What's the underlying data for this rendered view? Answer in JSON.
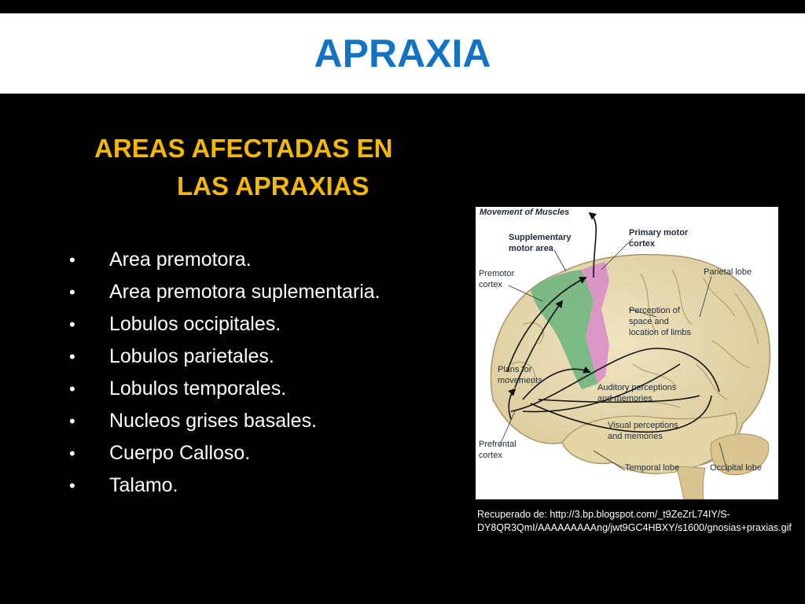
{
  "slide": {
    "title": "APRAXIA",
    "subtitle_line1": "AREAS  AFECTADAS EN",
    "subtitle_line2": "LAS APRAXIAS",
    "bullet_char": "•",
    "bullets": [
      "Area premotora.",
      "Area premotora suplementaria.",
      "Lobulos occipitales.",
      "Lobulos parietales.",
      "Lobulos temporales.",
      "Nucleos grises basales.",
      "Cuerpo Calloso.",
      "Talamo."
    ],
    "caption": "Recuperado de: http://3.bp.blogspot.com/_t9ZeZrL74IY/S-DY8QR3QmI/AAAAAAAAAng/jwt9GC4HBXY/s1600/gnosias+praxias.gif"
  },
  "figure": {
    "labels": {
      "movement": "Movement of Muscles",
      "supp_1": "Supplementary",
      "supp_2": "motor area",
      "primary_1": "Primary motor",
      "primary_2": "cortex",
      "premotor_1": "Premotor",
      "premotor_2": "cortex",
      "parietal": "Parietal lobe",
      "perception_1": "Perception of",
      "perception_2": "space and",
      "perception_3": "location of limbs",
      "plans_1": "Plans for",
      "plans_2": "movements",
      "auditory_1": "Auditory perceptions",
      "auditory_2": "and memories",
      "visual_1": "Visual perceptions",
      "visual_2": "and memories",
      "prefrontal_1": "Prefrontal",
      "prefrontal_2": "cortex",
      "temporal": "Temporal lobe",
      "occipital": "Occipital lobe"
    }
  },
  "colors": {
    "title": "#1273c4",
    "subtitle": "#f5b800",
    "brain": "#e8dbb0",
    "premotor_area": "#6fb57f",
    "motor_area": "#d98fc6"
  }
}
